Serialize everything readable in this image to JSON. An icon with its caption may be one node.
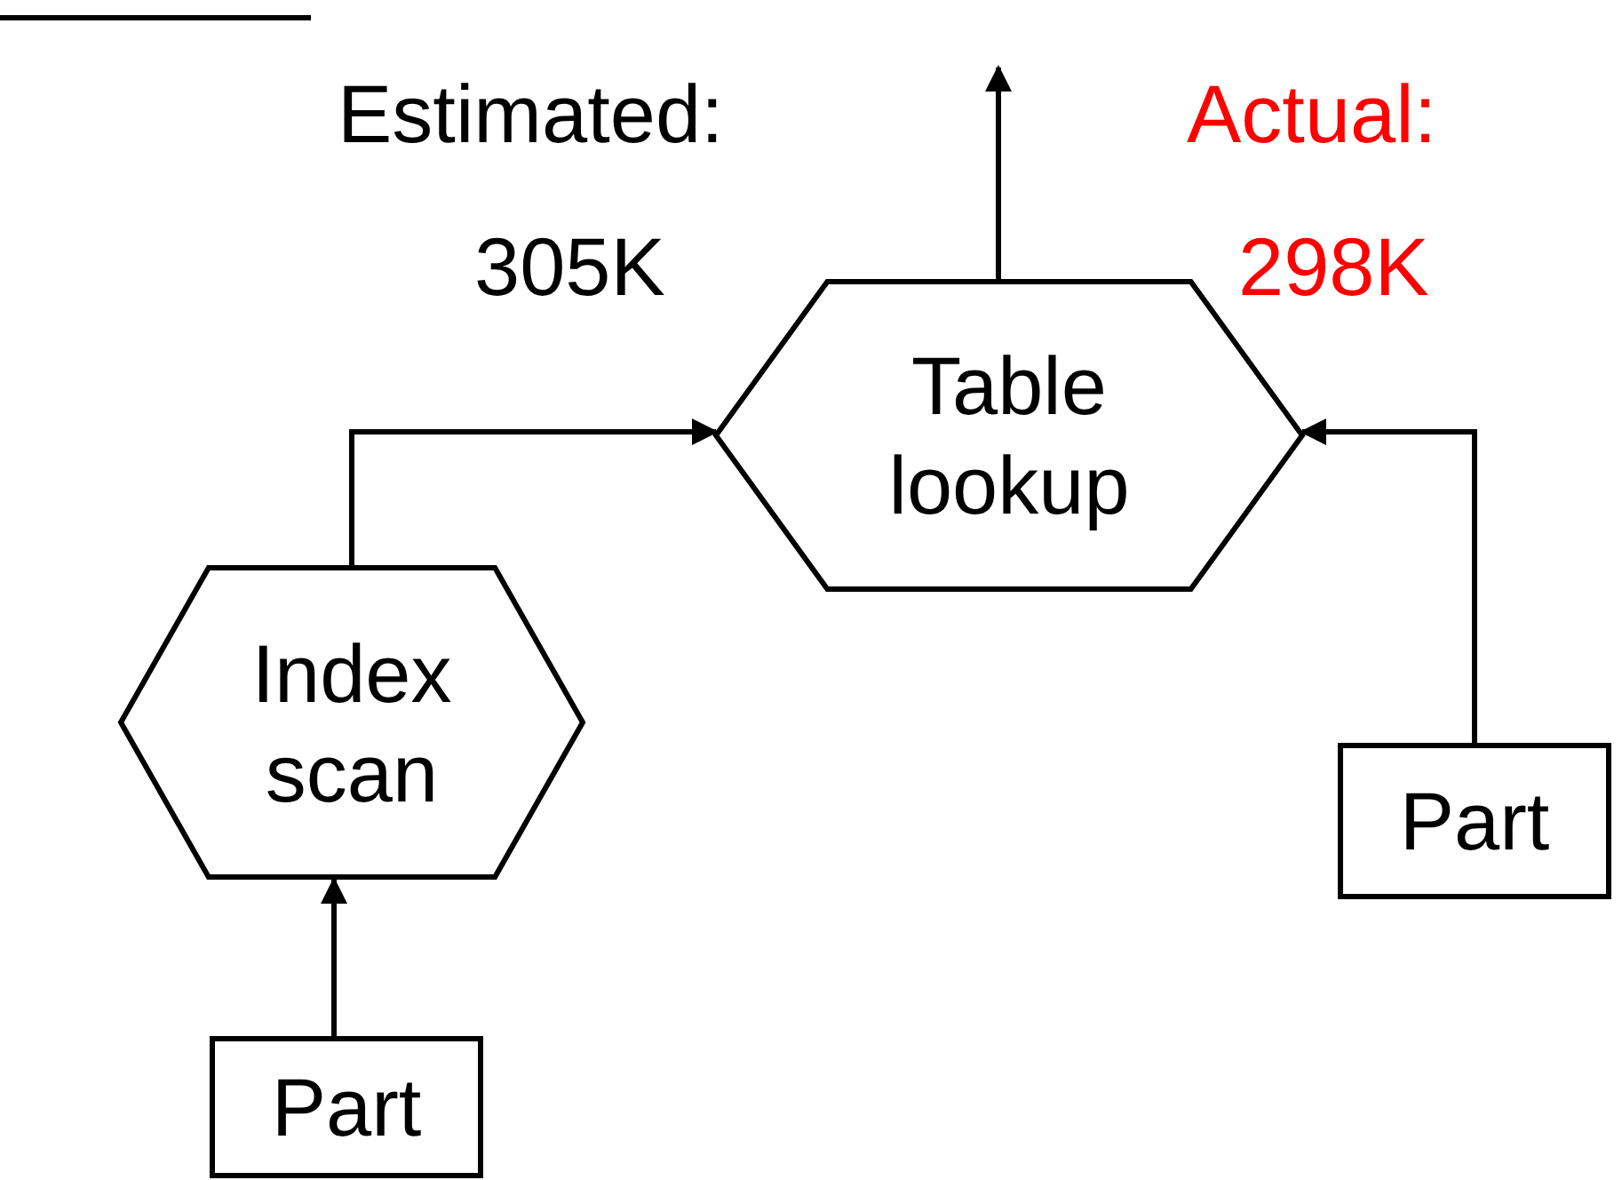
{
  "diagram": {
    "nodes": [
      {
        "text": [
          "Table lookup"
        ]
      },
      {
        "text": [
          "Index scan"
        ]
      },
      {
        "text": [
          "Part"
        ]
      },
      {
        "text": [
          "Part"
        ]
      }
    ],
    "edges": [
      {
        "from": 0,
        "to": null,
        "arrow": "to"
      },
      {
        "from": 1,
        "to": 0,
        "arrow": "to"
      },
      {
        "from": 2,
        "to": 0,
        "arrow": "to"
      },
      {
        "from": 3,
        "to": 1,
        "arrow": "to"
      }
    ],
    "labels": [
      "Estimated:",
      "305K",
      "Actual:",
      "298K"
    ]
  }
}
